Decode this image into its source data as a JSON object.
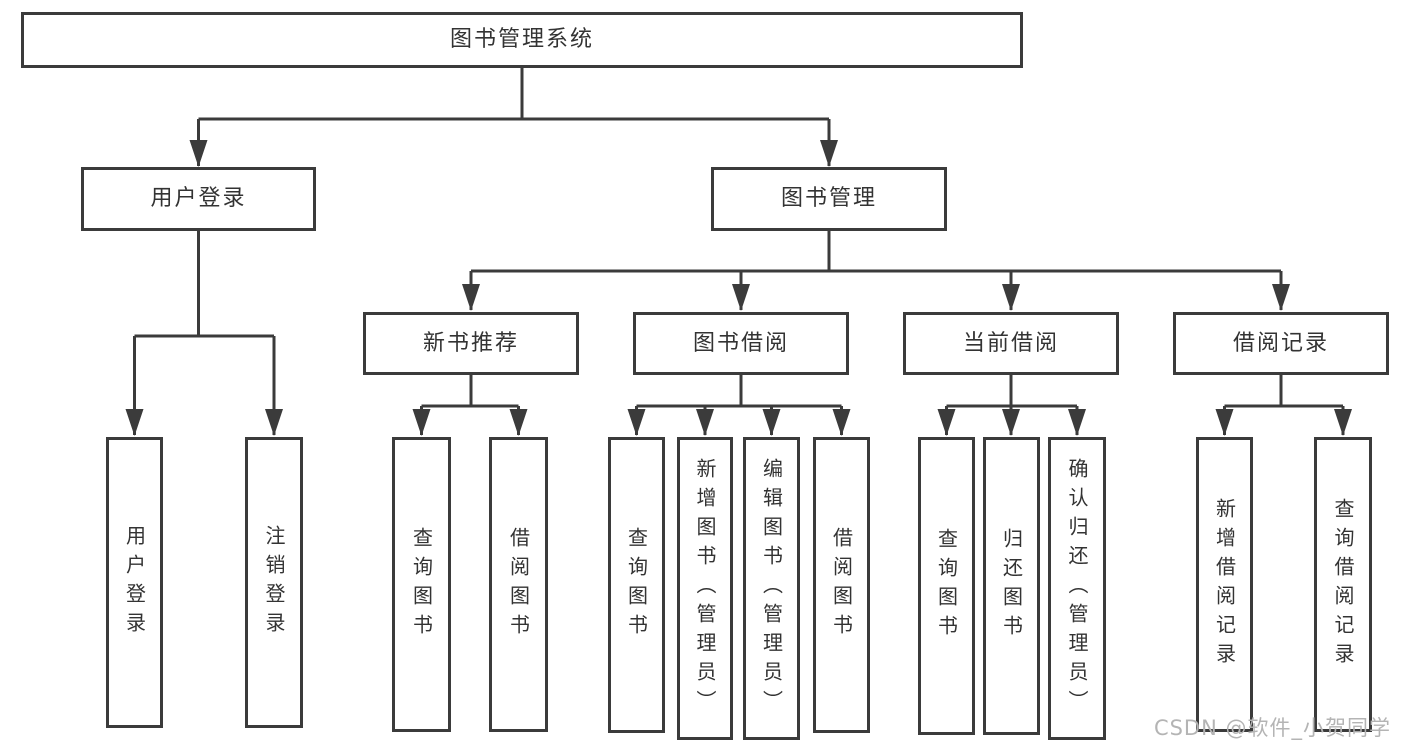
{
  "diagram": {
    "type": "hierarchy-tree",
    "colors": {
      "line": "#3b3b3b",
      "box_border": "#3b3b3b",
      "text": "#333333",
      "background": "#ffffff"
    },
    "root": {
      "label": "图书管理系统"
    },
    "level2": [
      {
        "label": "用户登录",
        "parent": "图书管理系统"
      },
      {
        "label": "图书管理",
        "parent": "图书管理系统"
      }
    ],
    "level3": [
      {
        "label": "新书推荐",
        "parent": "图书管理"
      },
      {
        "label": "图书借阅",
        "parent": "图书管理"
      },
      {
        "label": "当前借阅",
        "parent": "图书管理"
      },
      {
        "label": "借阅记录",
        "parent": "图书管理"
      }
    ],
    "leaves": [
      {
        "label": "用户登录",
        "parent": "用户登录"
      },
      {
        "label": "注销登录",
        "parent": "用户登录"
      },
      {
        "label": "查询图书",
        "parent": "新书推荐"
      },
      {
        "label": "借阅图书",
        "parent": "新书推荐"
      },
      {
        "label": "查询图书",
        "parent": "图书借阅"
      },
      {
        "label": "新增图书（管理员）",
        "parent": "图书借阅"
      },
      {
        "label": "编辑图书（管理员）",
        "parent": "图书借阅"
      },
      {
        "label": "借阅图书",
        "parent": "图书借阅"
      },
      {
        "label": "查询图书",
        "parent": "当前借阅"
      },
      {
        "label": "归还图书",
        "parent": "当前借阅"
      },
      {
        "label": "确认归还（管理员）",
        "parent": "当前借阅"
      },
      {
        "label": "新增借阅记录",
        "parent": "借阅记录"
      },
      {
        "label": "查询借阅记录",
        "parent": "借阅记录"
      }
    ]
  },
  "watermark": {
    "text": "CSDN @软件_小贺同学",
    "color": "#b4b4b4"
  }
}
